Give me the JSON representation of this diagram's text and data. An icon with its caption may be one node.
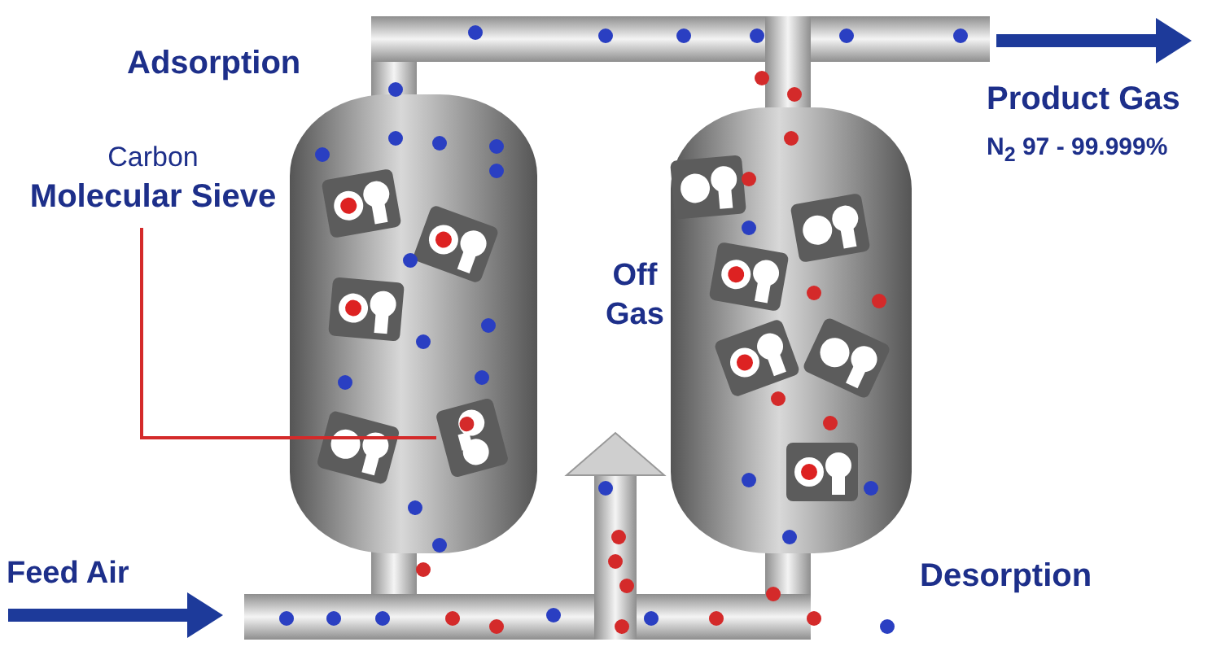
{
  "diagram": {
    "nodes": [
      {
        "text": [
          "Carbon",
          "Molecular Sieve"
        ]
      },
      {
        "text": [],
        "shape": "box"
      }
    ],
    "edges": [
      {
        "from": 0,
        "to": 1,
        "arrow": "none"
      }
    ],
    "labels": [
      "Adsorption",
      "Product Gas",
      "N$_{2}$ 97 - 99.999%",
      "Off Gas",
      "Feed Air",
      "Desorption"
    ]
  }
}
